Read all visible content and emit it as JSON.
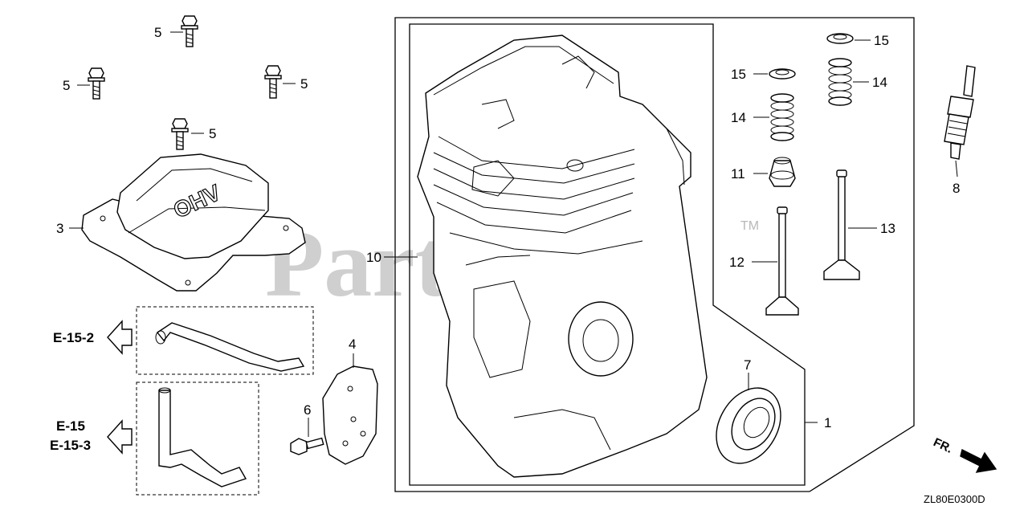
{
  "watermark": {
    "text": "PartsTree",
    "trademark": "TM"
  },
  "diagram_code": "ZL80E0300D",
  "direction_label": "FR.",
  "references": {
    "upper": "E-15-2",
    "lower_1": "E-15",
    "lower_2": "E-15-3"
  },
  "callouts": [
    {
      "id": "c5a",
      "text": "5"
    },
    {
      "id": "c5b",
      "text": "5"
    },
    {
      "id": "c5c",
      "text": "5"
    },
    {
      "id": "c5d",
      "text": "5"
    },
    {
      "id": "c3",
      "text": "3"
    },
    {
      "id": "c4",
      "text": "4"
    },
    {
      "id": "c6",
      "text": "6"
    },
    {
      "id": "c10",
      "text": "10"
    },
    {
      "id": "c7",
      "text": "7"
    },
    {
      "id": "c1",
      "text": "1"
    },
    {
      "id": "c15a",
      "text": "15"
    },
    {
      "id": "c15b",
      "text": "15"
    },
    {
      "id": "c14a",
      "text": "14"
    },
    {
      "id": "c14b",
      "text": "14"
    },
    {
      "id": "c11",
      "text": "11"
    },
    {
      "id": "c12",
      "text": "12"
    },
    {
      "id": "c13",
      "text": "13"
    },
    {
      "id": "c8",
      "text": "8"
    }
  ],
  "cover_emboss": "OHV"
}
